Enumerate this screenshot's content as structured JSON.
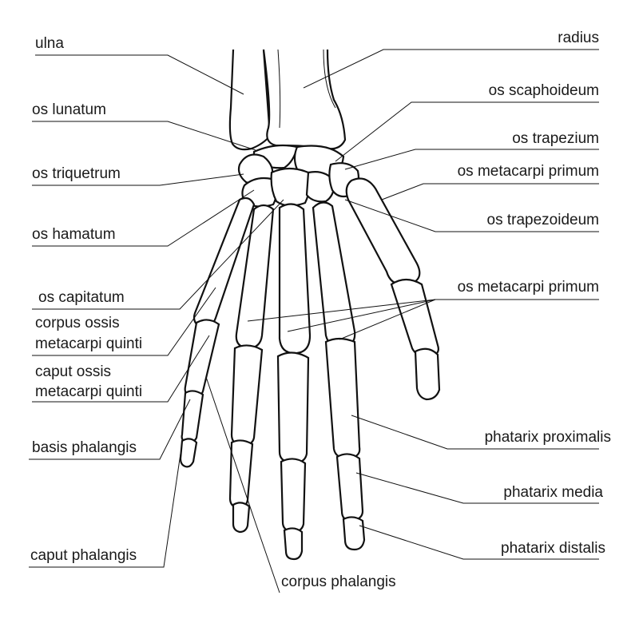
{
  "labels": {
    "ulna": "ulna",
    "radius": "radius",
    "os_lunatum": "os lunatum",
    "os_scaphoideum": "os scaphoideum",
    "os_trapezium": "os trapezium",
    "os_triquetrum": "os triquetrum",
    "os_metacarpi_primum_top": "os metacarpi primum",
    "os_trapezoideum": "os trapezoideum",
    "os_hamatum": "os hamatum",
    "os_capitatum": "os capitatum",
    "os_metacarpi_primum_mid": "os metacarpi primum",
    "corpus_ossis_1": "corpus ossis",
    "corpus_ossis_2": "metacarpi quinti",
    "caput_ossis_1": "caput ossis",
    "caput_ossis_2": "metacarpi quinti",
    "basis_phalangis": "basis phalangis",
    "phatarix_proximalis": "phatarix proximalis",
    "phatarix_media": "phatarix media",
    "caput_phalangis": "caput phalangis",
    "phatarix_distalis": "phatarix distalis",
    "corpus_phalangis": "corpus phalangis"
  }
}
